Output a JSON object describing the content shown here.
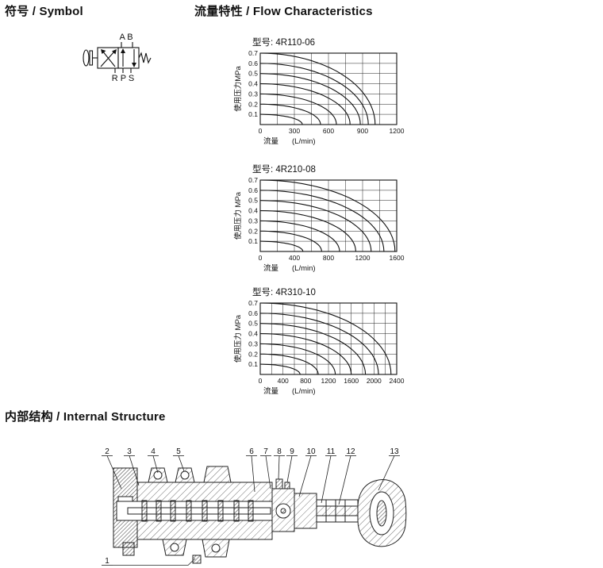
{
  "headings": {
    "symbol": "符号 / Symbol",
    "flow": "流量特性 / Flow Characteristics",
    "internal": "内部结构 / Internal Structure"
  },
  "symbol": {
    "top_ports": "A B",
    "bottom_ports": "R P S"
  },
  "chart_data": [
    {
      "type": "line",
      "title": "型号: 4R110-06",
      "ylabel": "使用压力MPa",
      "xlabel": "流量",
      "xunit": "(L/min)",
      "xlim": [
        0,
        1200
      ],
      "ylim": [
        0,
        0.7
      ],
      "xticks": [
        0,
        300,
        600,
        900,
        1200
      ],
      "yticks": [
        0.1,
        0.2,
        0.3,
        0.4,
        0.5,
        0.6,
        0.7
      ],
      "grid_x_step": 150,
      "grid_y_step": 0.1,
      "series": [
        {
          "pressure": 0.1,
          "max_flow": 370
        },
        {
          "pressure": 0.2,
          "max_flow": 530
        },
        {
          "pressure": 0.3,
          "max_flow": 670
        },
        {
          "pressure": 0.4,
          "max_flow": 790
        },
        {
          "pressure": 0.5,
          "max_flow": 880
        },
        {
          "pressure": 0.6,
          "max_flow": 950
        },
        {
          "pressure": 0.7,
          "max_flow": 1010
        }
      ]
    },
    {
      "type": "line",
      "title": "型号: 4R210-08",
      "ylabel": "使用压力 MPa",
      "xlabel": "流量",
      "xunit": "(L/min)",
      "xlim": [
        0,
        1600
      ],
      "ylim": [
        0,
        0.7
      ],
      "xticks": [
        0,
        400,
        800,
        1200,
        1600
      ],
      "yticks": [
        0.1,
        0.2,
        0.3,
        0.4,
        0.5,
        0.6,
        0.7
      ],
      "grid_x_step": 200,
      "grid_y_step": 0.1,
      "series": [
        {
          "pressure": 0.1,
          "max_flow": 500
        },
        {
          "pressure": 0.2,
          "max_flow": 720
        },
        {
          "pressure": 0.3,
          "max_flow": 930
        },
        {
          "pressure": 0.4,
          "max_flow": 1120
        },
        {
          "pressure": 0.5,
          "max_flow": 1300
        },
        {
          "pressure": 0.6,
          "max_flow": 1450
        },
        {
          "pressure": 0.7,
          "max_flow": 1580
        }
      ]
    },
    {
      "type": "line",
      "title": "型号: 4R310-10",
      "ylabel": "使用压力 MPa",
      "xlabel": "流量",
      "xunit": "(L/min)",
      "xlim": [
        0,
        2400
      ],
      "ylim": [
        0,
        0.7
      ],
      "xticks": [
        0,
        400,
        800,
        1200,
        1600,
        2000,
        2400
      ],
      "yticks": [
        0.1,
        0.2,
        0.3,
        0.4,
        0.5,
        0.6,
        0.7
      ],
      "grid_x_step": 200,
      "grid_y_step": 0.1,
      "series": [
        {
          "pressure": 0.1,
          "max_flow": 700
        },
        {
          "pressure": 0.2,
          "max_flow": 1020
        },
        {
          "pressure": 0.3,
          "max_flow": 1320
        },
        {
          "pressure": 0.4,
          "max_flow": 1600
        },
        {
          "pressure": 0.5,
          "max_flow": 1850
        },
        {
          "pressure": 0.6,
          "max_flow": 2080
        },
        {
          "pressure": 0.7,
          "max_flow": 2300
        }
      ]
    }
  ],
  "internal": {
    "parts": [
      "1",
      "2",
      "3",
      "4",
      "5",
      "6",
      "7",
      "8",
      "9",
      "10",
      "11",
      "12",
      "13"
    ]
  }
}
